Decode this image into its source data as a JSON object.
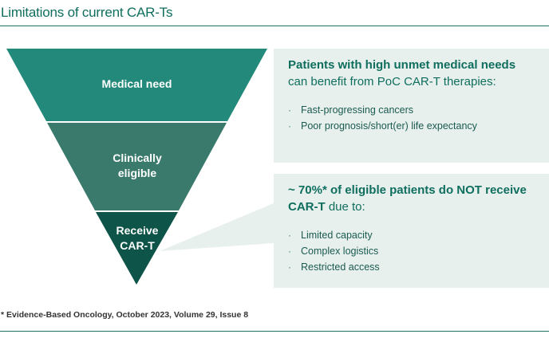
{
  "title": "Limitations of current CAR-Ts",
  "funnel": {
    "tiers": [
      {
        "label": "Medical need",
        "color": "#23897a"
      },
      {
        "label": "Clinically eligible",
        "color": "#3a7a6c"
      },
      {
        "label": "Receive CAR-T",
        "color": "#0e5448"
      }
    ]
  },
  "box1": {
    "heading_bold": "Patients with high unmet medical needs",
    "heading_rest": "can benefit from PoC CAR-T therapies:",
    "bullets": [
      "Fast-progressing cancers",
      "Poor prognosis/short(er) life expectancy"
    ]
  },
  "box2": {
    "heading_bold_1": "~ 70%* of eligible patients do NOT receive",
    "heading_bold_2": "CAR-T",
    "heading_rest": " due to:",
    "bullets": [
      "Limited capacity",
      "Complex logistics",
      "Restricted access"
    ]
  },
  "footnote": "* Evidence-Based Oncology, October 2023, Volume 29, Issue 8",
  "colors": {
    "accent": "#0f6e5e",
    "box_bg": "#e7f0ed"
  }
}
